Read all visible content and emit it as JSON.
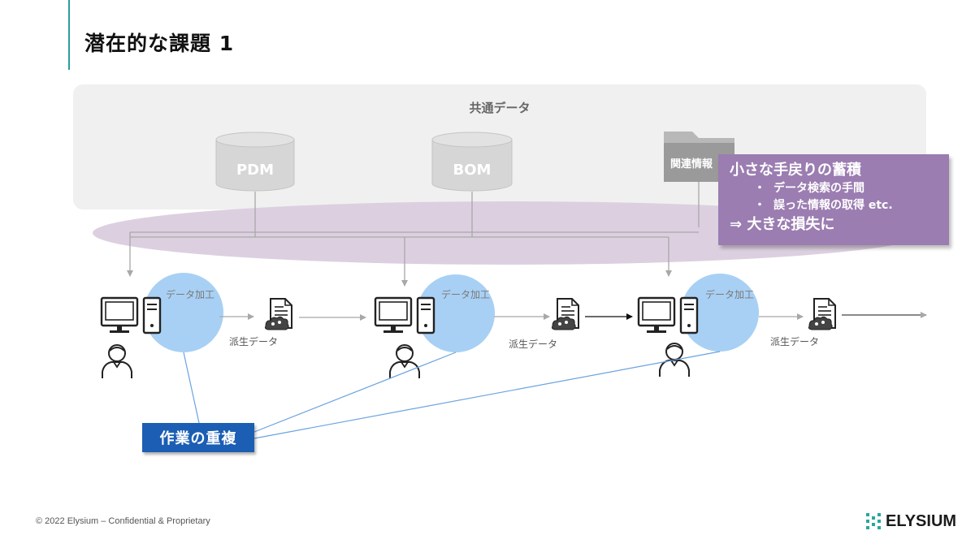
{
  "slide": {
    "title": "潜在的な課題 1",
    "common_data_label": "共通データ",
    "databases": [
      {
        "label": "PDM"
      },
      {
        "label": "BOM"
      }
    ],
    "folder_label": "関連情報",
    "process_label": "データ加工",
    "derived_label": "派生データ",
    "callout": {
      "title": "小さな手戻りの蓄積",
      "items": [
        {
          "bullet": "・",
          "text": "データ検索の手間"
        },
        {
          "bullet": "・",
          "text": "誤った情報の取得 etc."
        }
      ],
      "result": "⇒ 大きな損失に"
    },
    "duplication_label": "作業の重複",
    "footer": "© 2022 Elysium – Confidential & Proprietary",
    "logo_text": "ELYSIUM",
    "colors": {
      "accent": "#2a9d9a",
      "callout": "#9b7db1",
      "duplication": "#1b5eb3",
      "process_circle": "#a8d0f4"
    }
  }
}
